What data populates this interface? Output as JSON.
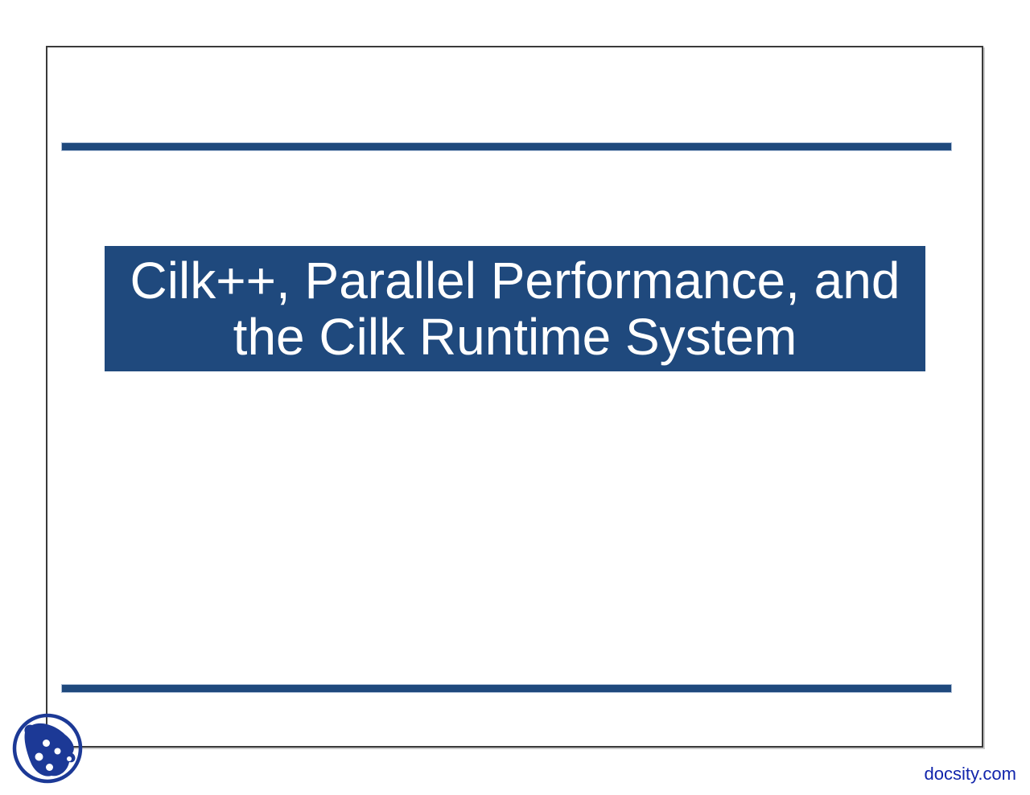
{
  "slide": {
    "title": {
      "line1": "Cilk++, Parallel Performance, and",
      "line2": "the Cilk Runtime System"
    }
  },
  "footer": {
    "site_link": "docsity.com",
    "logo_icon": "docsity-logo"
  },
  "colors": {
    "slide-accent": "#1F497D",
    "title-text": "#FFFFFF",
    "brand-blue": "#1C3996",
    "link-blue": "#1225AC",
    "frame-border": "#3A3A3A",
    "rule-edge": "#AFC0D8"
  }
}
